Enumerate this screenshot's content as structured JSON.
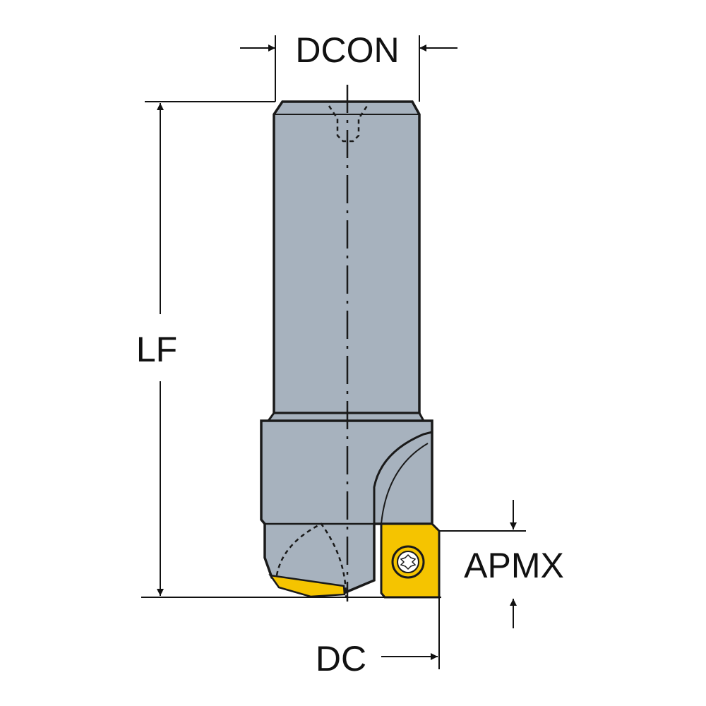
{
  "labels": {
    "dcon": "DCON",
    "lf": "LF",
    "apmx": "APMX",
    "dc": "DC"
  },
  "colors": {
    "body": "#a7b2be",
    "outline": "#1a1a1a",
    "insert": "#f5c400",
    "insert_edge": "#7a6000",
    "line": "#111111"
  }
}
